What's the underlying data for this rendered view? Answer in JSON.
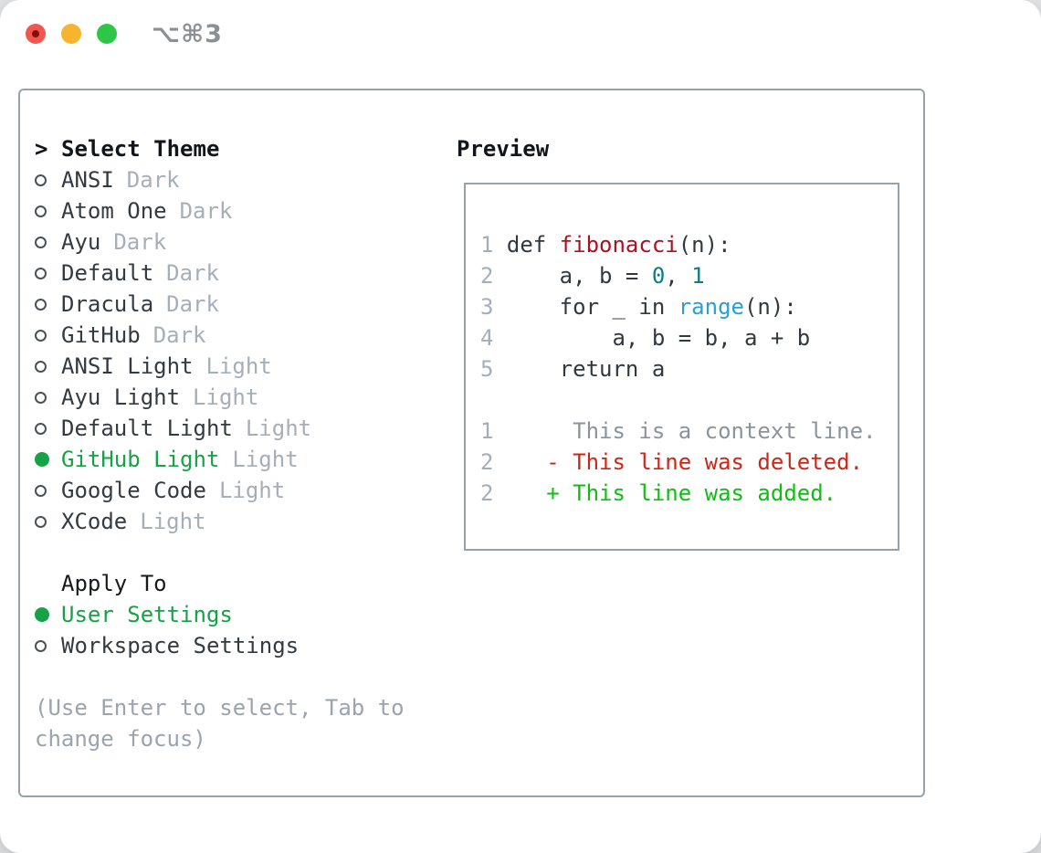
{
  "window": {
    "title": "⌥⌘3",
    "traffic_lights": [
      {
        "name": "close"
      },
      {
        "name": "minimize"
      },
      {
        "name": "zoom"
      }
    ]
  },
  "theme_picker": {
    "header": {
      "prefix": ">",
      "label": "Select Theme"
    },
    "themes": [
      {
        "name": "ANSI",
        "variant": "Dark",
        "selected": false
      },
      {
        "name": "Atom One",
        "variant": "Dark",
        "selected": false
      },
      {
        "name": "Ayu",
        "variant": "Dark",
        "selected": false
      },
      {
        "name": "Default",
        "variant": "Dark",
        "selected": false
      },
      {
        "name": "Dracula",
        "variant": "Dark",
        "selected": false
      },
      {
        "name": "GitHub",
        "variant": "Dark",
        "selected": false
      },
      {
        "name": "ANSI Light",
        "variant": "Light",
        "selected": false
      },
      {
        "name": "Ayu Light",
        "variant": "Light",
        "selected": false
      },
      {
        "name": "Default Light",
        "variant": "Light",
        "selected": false
      },
      {
        "name": "GitHub Light",
        "variant": "Light",
        "selected": true
      },
      {
        "name": "Google Code",
        "variant": "Light",
        "selected": false
      },
      {
        "name": "XCode",
        "variant": "Light",
        "selected": false
      }
    ],
    "apply_to": {
      "header": "Apply To",
      "options": [
        {
          "name": "User Settings",
          "selected": true
        },
        {
          "name": "Workspace Settings",
          "selected": false
        }
      ]
    },
    "help_lines": [
      "(Use Enter to select, Tab to",
      "change focus)"
    ]
  },
  "preview": {
    "header": "Preview",
    "lines": [
      {
        "num": "1",
        "segs": [
          {
            "t": " def ",
            "c": "fg"
          },
          {
            "t": "fibonacci",
            "c": "func"
          },
          {
            "t": "(n):",
            "c": "fg"
          }
        ]
      },
      {
        "num": "2",
        "segs": [
          {
            "t": "     a, b = ",
            "c": "fg"
          },
          {
            "t": "0",
            "c": "num"
          },
          {
            "t": ", ",
            "c": "fg"
          },
          {
            "t": "1",
            "c": "num"
          }
        ]
      },
      {
        "num": "3",
        "segs": [
          {
            "t": "     for _ in ",
            "c": "fg"
          },
          {
            "t": "range",
            "c": "builtin"
          },
          {
            "t": "(n):",
            "c": "fg"
          }
        ]
      },
      {
        "num": "4",
        "segs": [
          {
            "t": "         a, b = b, a + b",
            "c": "fg"
          }
        ]
      },
      {
        "num": "5",
        "segs": [
          {
            "t": "     return a",
            "c": "fg"
          }
        ]
      },
      {
        "num": "",
        "segs": []
      },
      {
        "num": "1",
        "segs": [
          {
            "t": "      This is a context line.",
            "c": "context"
          }
        ]
      },
      {
        "num": "2",
        "segs": [
          {
            "t": "    - This line was deleted.",
            "c": "deleted"
          }
        ]
      },
      {
        "num": "2",
        "segs": [
          {
            "t": "    + This line was added.",
            "c": "added"
          }
        ]
      }
    ]
  },
  "colors": {
    "selection_green": "#15a345",
    "added_green": "#10bd13",
    "deleted_red": "#cd2617",
    "function_red": "#a51423",
    "number_teal": "#0d7d84",
    "builtin_blue": "#2aa0d6",
    "muted_gray": "#a6aeb8",
    "border_gray": "#98a2ac"
  }
}
